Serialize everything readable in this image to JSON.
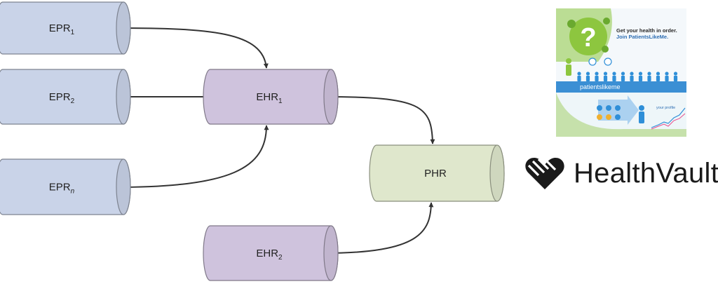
{
  "nodes": [
    {
      "id": "epr1",
      "label": "EPR",
      "sub": "1",
      "sub_style": "normal",
      "color": "#c9d3e8"
    },
    {
      "id": "epr2",
      "label": "EPR",
      "sub": "2",
      "sub_style": "normal",
      "color": "#c9d3e8"
    },
    {
      "id": "eprn",
      "label": "EPR",
      "sub": "n",
      "sub_style": "italic",
      "color": "#c9d3e8"
    },
    {
      "id": "ehr1",
      "label": "EHR",
      "sub": "1",
      "sub_style": "normal",
      "color": "#cfc3dd"
    },
    {
      "id": "ehr2",
      "label": "EHR",
      "sub": "2",
      "sub_style": "normal",
      "color": "#cfc3dd"
    },
    {
      "id": "phr",
      "label": "PHR",
      "sub": "",
      "sub_style": "normal",
      "color": "#dfe7cc"
    }
  ],
  "edges": [
    {
      "from": "epr1",
      "to": "ehr1"
    },
    {
      "from": "epr2",
      "to": "ehr1"
    },
    {
      "from": "eprn",
      "to": "ehr1"
    },
    {
      "from": "ehr1",
      "to": "phr"
    },
    {
      "from": "ehr2",
      "to": "phr"
    }
  ],
  "patientslikeme": {
    "headline_1": "Get your health in order.",
    "headline_2": "Join PatientsLikeMe.",
    "brand": "patientslikeme",
    "profile_label": "your profile",
    "colors": {
      "green": "#8dc63f",
      "blue": "#2f8fd8",
      "band": "#3b8fd4"
    }
  },
  "healthvault": {
    "name": "HealthVault",
    "color": "#1a1a1a"
  }
}
